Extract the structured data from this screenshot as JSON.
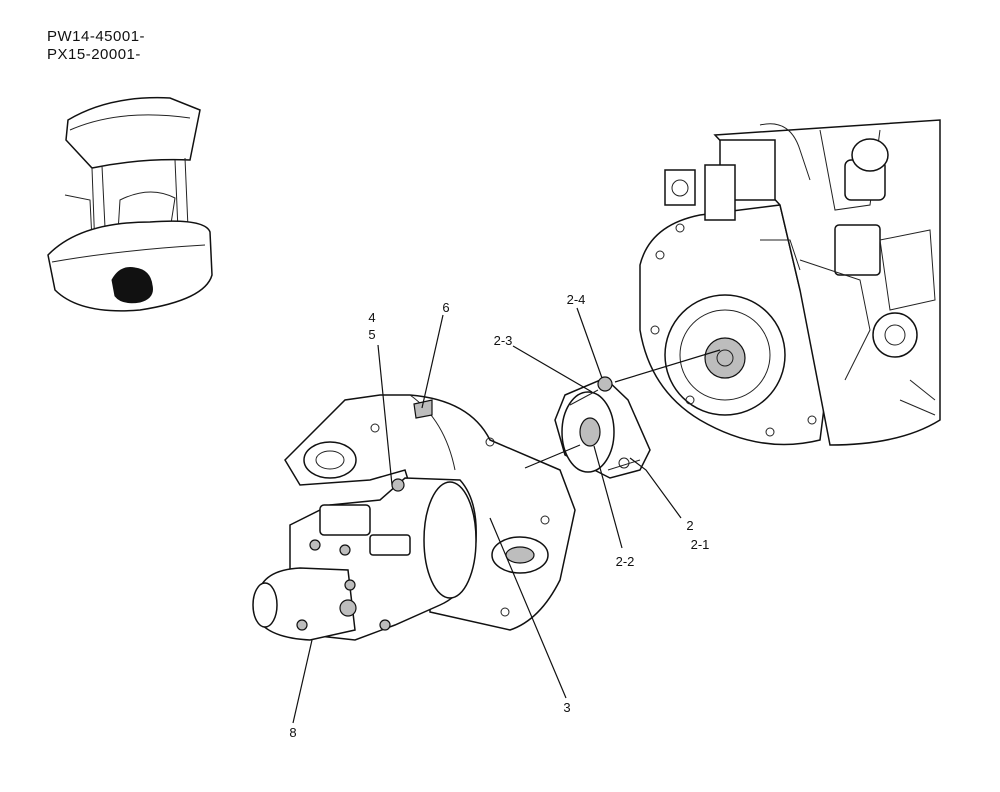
{
  "header": {
    "serial_1": "PW14-45001-",
    "serial_2": "PX15-20001-"
  },
  "callouts": [
    {
      "id": "c6",
      "text": "6"
    },
    {
      "id": "c4",
      "text": "4"
    },
    {
      "id": "c5",
      "text": "5"
    },
    {
      "id": "c2_4",
      "text": "2-4"
    },
    {
      "id": "c2_3",
      "text": "2-3"
    },
    {
      "id": "c2",
      "text": "2"
    },
    {
      "id": "c2_1",
      "text": "2-1"
    },
    {
      "id": "c2_2",
      "text": "2-2"
    },
    {
      "id": "c3",
      "text": "3"
    },
    {
      "id": "c8",
      "text": "8"
    }
  ]
}
